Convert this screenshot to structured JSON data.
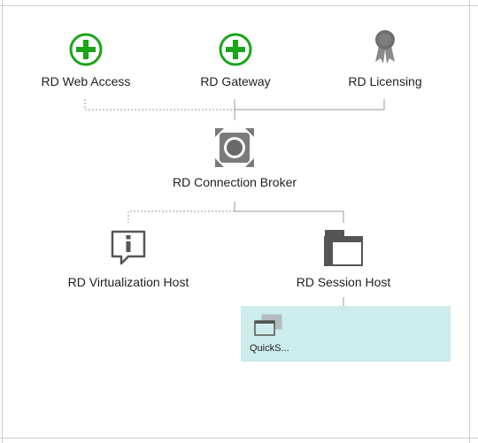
{
  "diagram": {
    "nodes": {
      "web_access": {
        "label": "RD Web Access",
        "icon": "add-plus-icon",
        "color": "#1aa51a"
      },
      "gateway": {
        "label": "RD Gateway",
        "icon": "add-plus-icon",
        "color": "#1aa51a"
      },
      "licensing": {
        "label": "RD Licensing",
        "icon": "certificate-ribbon-icon",
        "color": "#7a7a7a"
      },
      "connection_broker": {
        "label": "RD Connection Broker",
        "icon": "broker-arrows-icon",
        "color": "#6f6f6f"
      },
      "virtualization_host": {
        "label": "RD Virtualization Host",
        "icon": "info-speech-bubble-icon",
        "color": "#555555"
      },
      "session_host": {
        "label": "RD Session Host",
        "icon": "server-window-icon",
        "color": "#555555"
      }
    },
    "collection": {
      "label": "QuickS...",
      "icon": "session-collection-icon",
      "background": "#cdecec"
    },
    "connector_color": "#9a9a9a"
  }
}
